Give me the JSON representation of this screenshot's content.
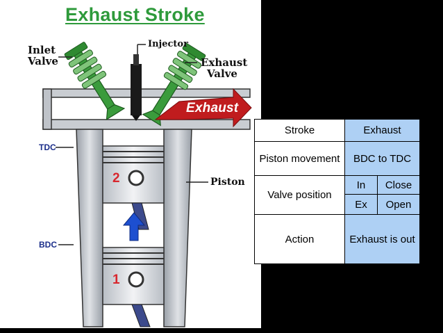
{
  "diagram": {
    "title": "Exhaust Stroke",
    "labels": {
      "inlet_valve": "Inlet Valve",
      "injector": "Injector",
      "exhaust_valve": "Exhaust Valve",
      "exhaust_arrow": "Exhaust",
      "tdc": "TDC",
      "bdc": "BDC",
      "piston": "Piston",
      "position_top": "2",
      "position_bottom": "1"
    },
    "colors": {
      "title": "#2e9a3b",
      "valve": "#3a9b3c",
      "arrow": "#c01c1e",
      "up_arrow": "#1d4fd0",
      "cylinder": "#c8ccd2",
      "table_value_bg": "#aed0f4"
    }
  },
  "table": {
    "stroke_label": "Stroke",
    "stroke_value": "Exhaust",
    "piston_label": "Piston movement",
    "piston_value": "BDC to TDC",
    "valve_label": "Valve position",
    "in_label": "In",
    "in_state": "Close",
    "ex_label": "Ex",
    "ex_state": "Open",
    "action_label": "Action",
    "action_value": "Exhaust is out"
  }
}
